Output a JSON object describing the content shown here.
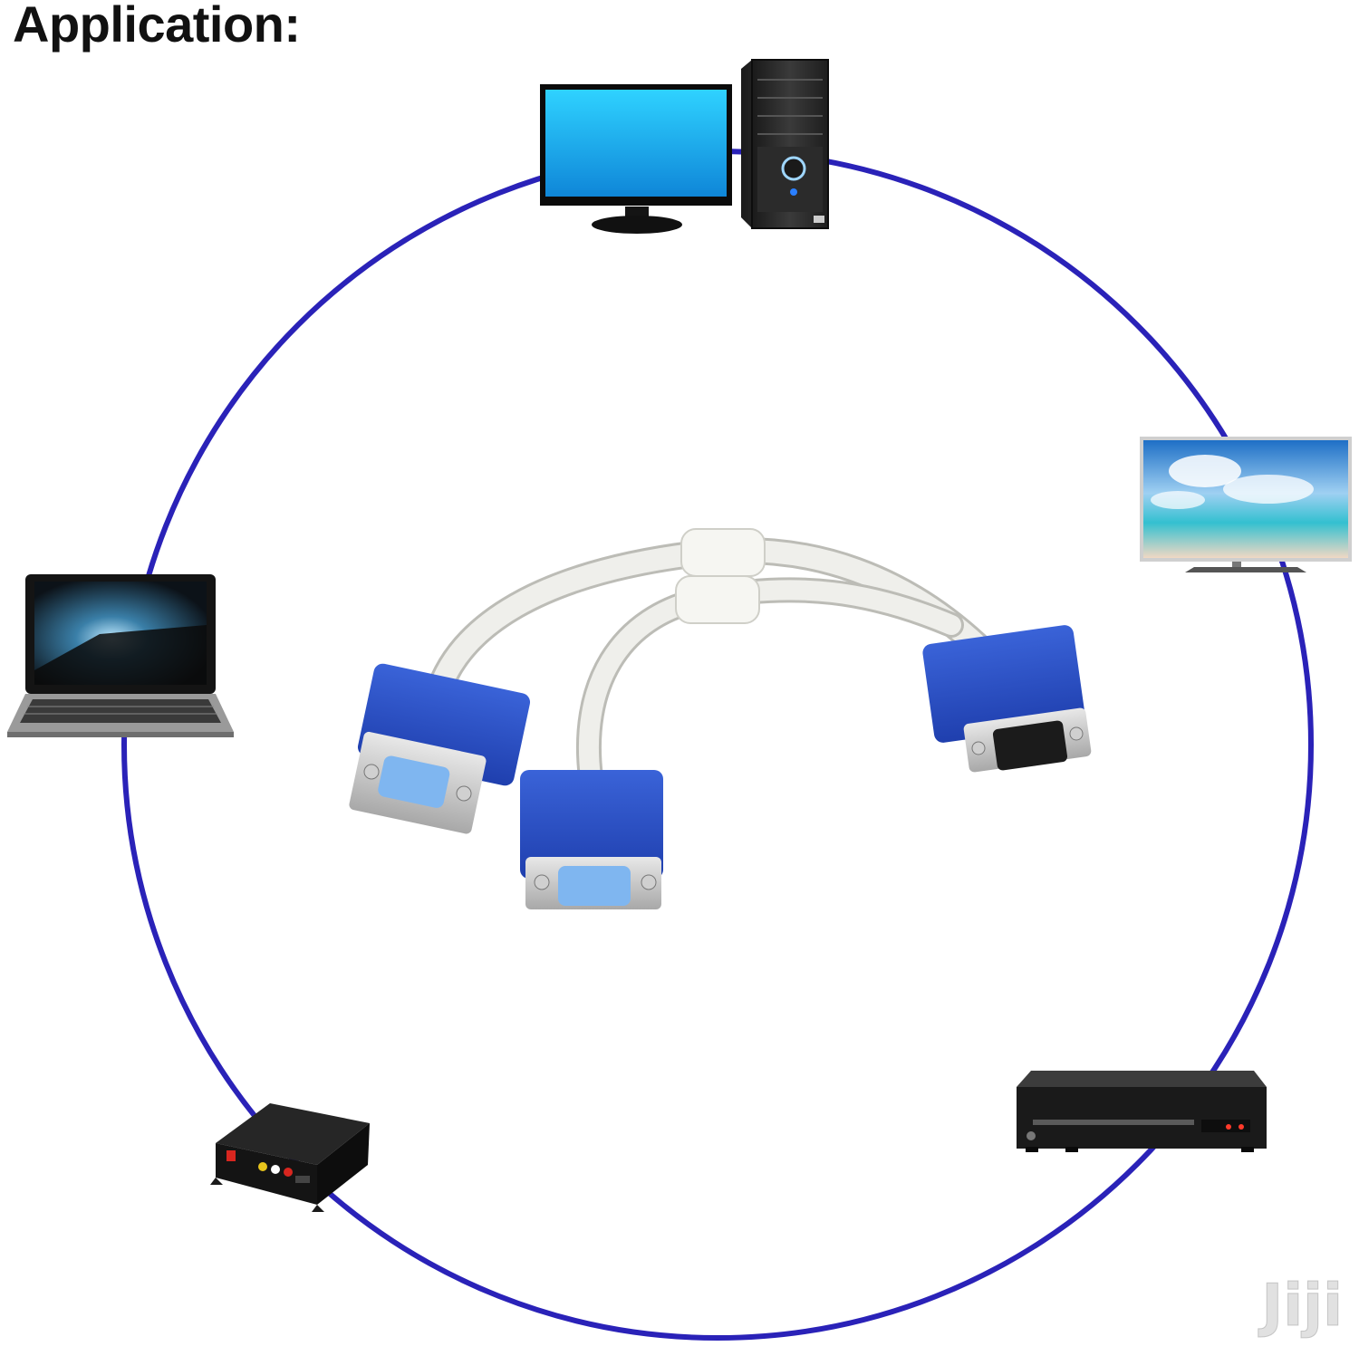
{
  "title": "Application:",
  "watermark": "Jiji",
  "colors": {
    "ring": "#2a22b8",
    "connector_blue": "#2a4fc4",
    "cable_white": "#eeeeea",
    "monitor_screen": "#1eb4f0"
  },
  "devices": [
    {
      "name": "desktop-computer",
      "icon": "desktop-monitor-tower-icon"
    },
    {
      "name": "tv",
      "icon": "flat-tv-icon"
    },
    {
      "name": "dvd-player",
      "icon": "dvd-player-icon"
    },
    {
      "name": "converter-box",
      "icon": "av-converter-box-icon"
    },
    {
      "name": "laptop",
      "icon": "laptop-icon"
    }
  ],
  "center": {
    "name": "vga-y-splitter-cable",
    "icon": "vga-splitter-cable-icon"
  }
}
